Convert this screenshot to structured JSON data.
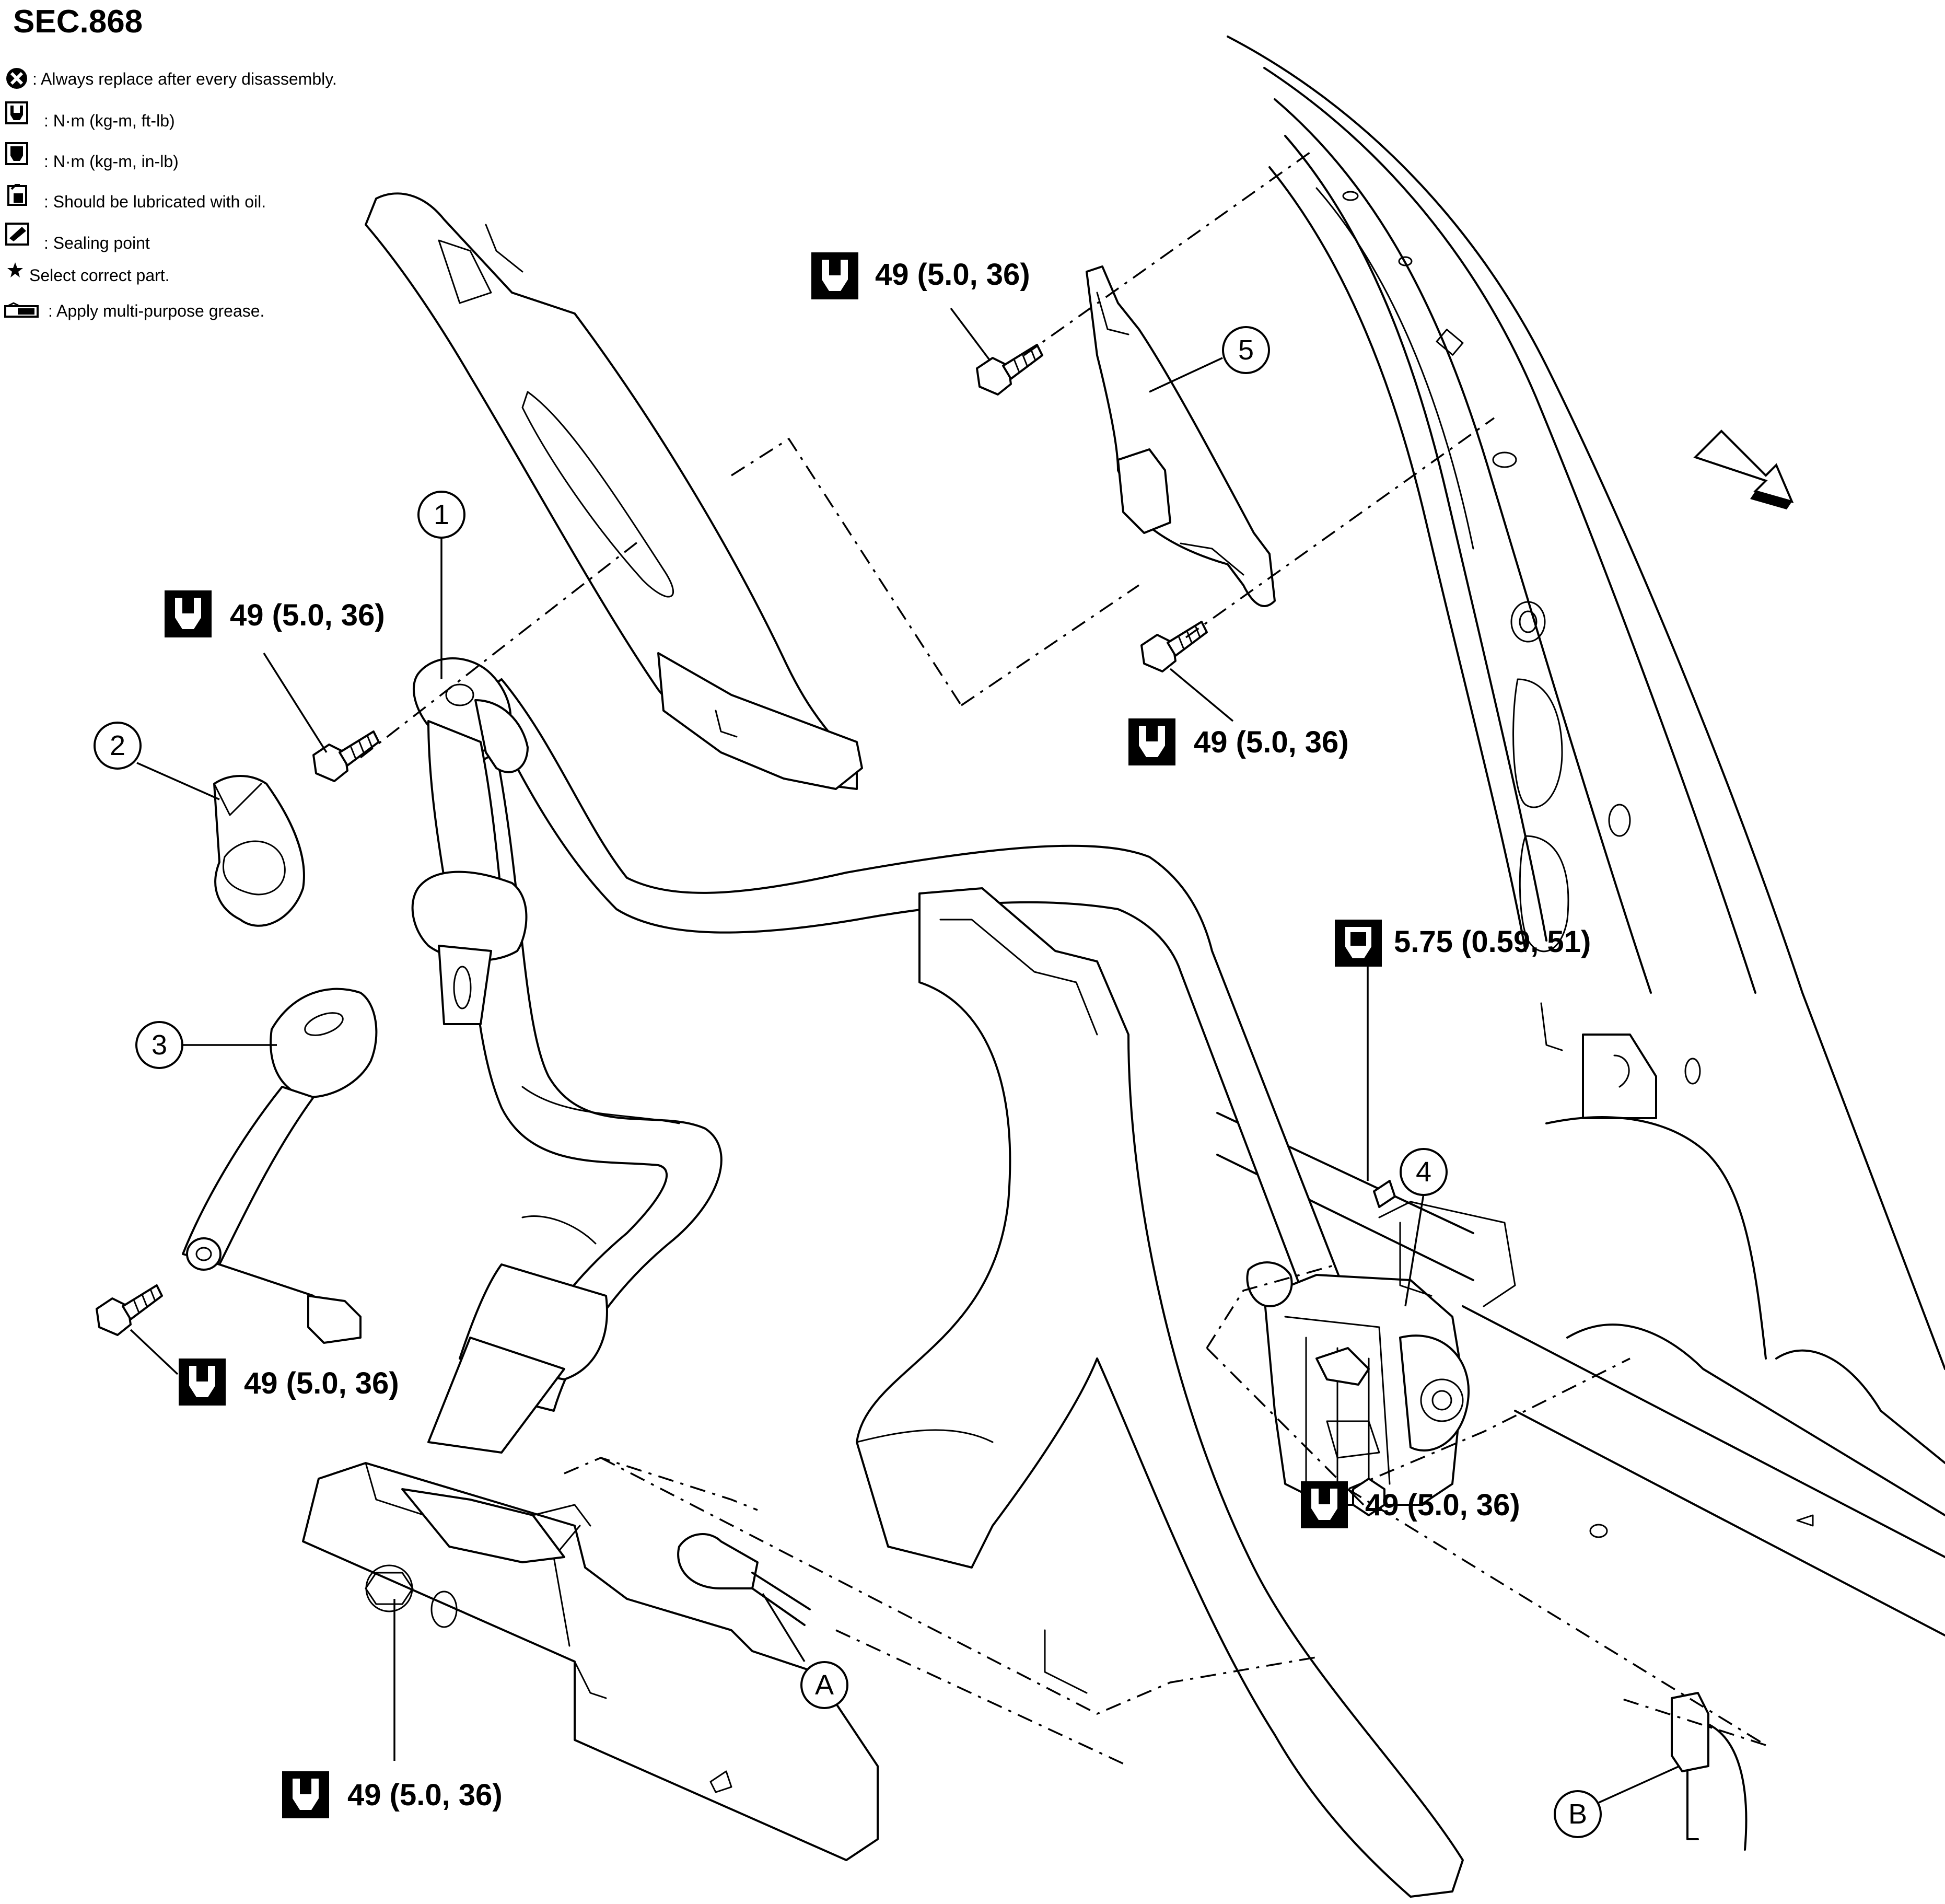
{
  "header": {
    "section": "SEC.868"
  },
  "legend": {
    "items": [
      {
        "icon": "replace-icon",
        "text": ": Always replace after every disassembly."
      },
      {
        "icon": "torque-ftlb-icon",
        "text": ": N·m (kg-m, ft-lb)"
      },
      {
        "icon": "torque-inlb-icon",
        "text": ": N·m (kg-m, in-lb)"
      },
      {
        "icon": "oil-can-icon",
        "text": ": Should be lubricated with oil."
      },
      {
        "icon": "sealing-icon",
        "text": ": Sealing point"
      },
      {
        "icon": "star-icon",
        "text": "Select correct part."
      },
      {
        "icon": "grease-icon",
        "text": ": Apply multi-purpose grease."
      }
    ]
  },
  "callouts": {
    "c1": "1",
    "c2": "2",
    "c3": "3",
    "c4": "4",
    "c5": "5",
    "cA": "A",
    "cB": "B"
  },
  "torques": {
    "t_upper_left": "49 (5.0, 36)",
    "t_top_center": "49 (5.0, 36)",
    "t_right_middle": "49 (5.0, 36)",
    "t_retractor_top": "5.75 (0.59, 51)",
    "t_left_lower": "49 (5.0, 36)",
    "t_retractor_bottom": "49 (5.0, 36)",
    "t_bottom_left": "49 (5.0, 36)"
  }
}
